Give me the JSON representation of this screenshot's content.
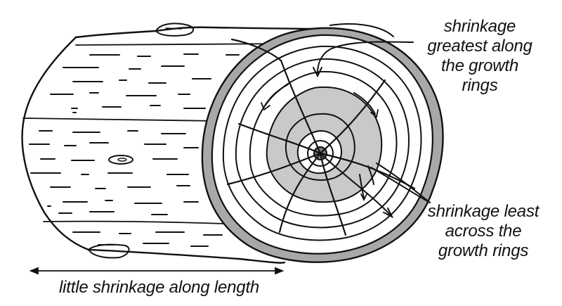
{
  "labels": {
    "growth_rings_greatest": [
      "shrinkage",
      "greatest along",
      "the growth",
      "rings"
    ],
    "growth_rings_least": [
      "shrinkage least",
      "across the",
      "growth rings"
    ],
    "length": "little shrinkage along length"
  },
  "colors": {
    "line": "#111111",
    "bark": "#a8a8a8",
    "heartwood": "#c9c9c9",
    "pith": "#777777",
    "background": "#ffffff"
  }
}
